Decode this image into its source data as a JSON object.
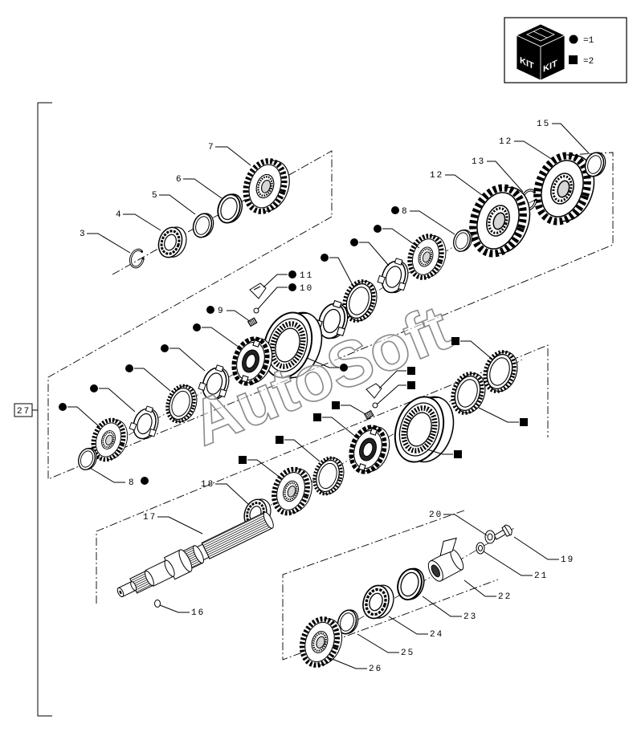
{
  "legend": {
    "kit_face_left": "KIT",
    "kit_face_right": "KIT",
    "circle_key": "=1",
    "square_key": "=2"
  },
  "group_label": "27",
  "callouts": [
    "3",
    "4",
    "5",
    "6",
    "7",
    "12",
    "15",
    "13",
    "12",
    "8",
    "11",
    "10",
    "9",
    "8",
    "18",
    "17",
    "16",
    "20",
    "19",
    "21",
    "22",
    "23",
    "24",
    "25",
    "26"
  ],
  "watermark": "AutoSoft",
  "colors": {
    "ink": "#000000",
    "paper": "#ffffff",
    "watermark": "#8a8a8a"
  }
}
